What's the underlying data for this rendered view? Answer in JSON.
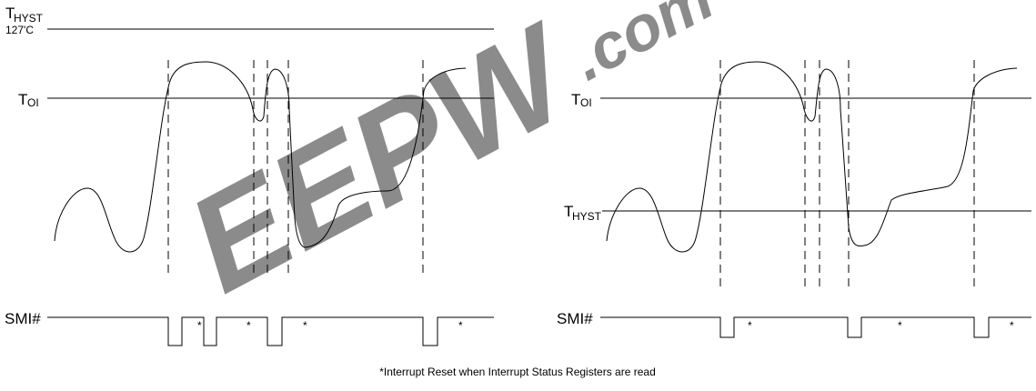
{
  "labels": {
    "t_hyst_main": "T",
    "t_hyst_sub": "HYST",
    "t_hyst_temp": "127'C",
    "t_oi_main": "T",
    "t_oi_sub": "OI",
    "smi": "SMI#",
    "asterisk": "*"
  },
  "footnote": "*Interrupt Reset when Interrupt Status Registers are read",
  "watermark": {
    "text": "EEPW",
    "suffix": ".com",
    "color": "#e8141b"
  },
  "line_color": "#000000"
}
